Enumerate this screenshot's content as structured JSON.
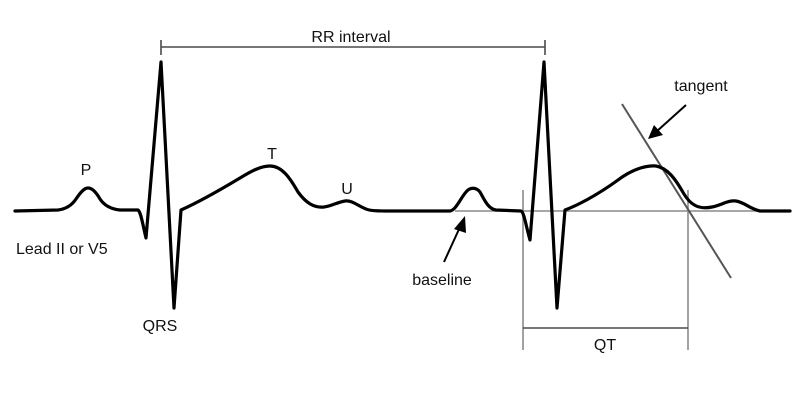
{
  "labels": {
    "rr": "RR interval",
    "p": "P",
    "t": "T",
    "u": "U",
    "qrs": "QRS",
    "lead": "Lead II or V5",
    "baseline": "baseline",
    "qt": "QT",
    "tangent": "tangent"
  },
  "colors": {
    "trace": "#000000",
    "guides": "#8a8a8a",
    "background": "#ffffff"
  }
}
